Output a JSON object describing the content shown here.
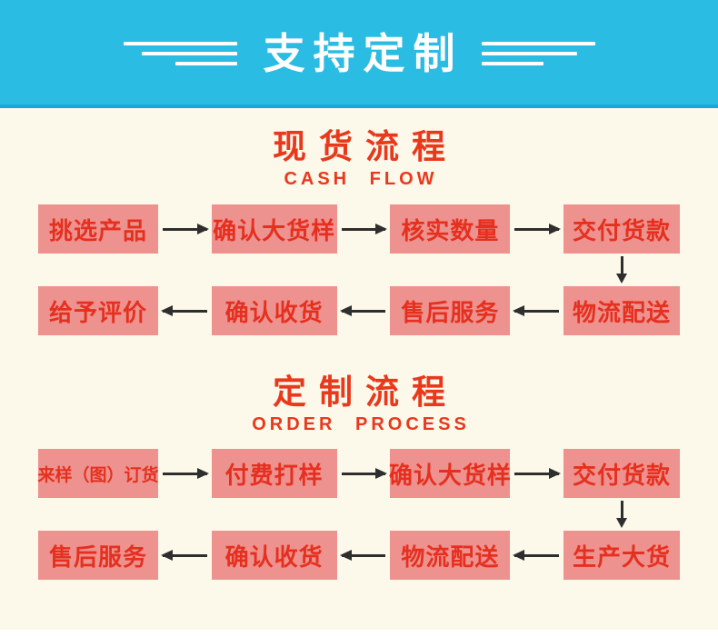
{
  "banner": {
    "title": "支持定制"
  },
  "sections": [
    {
      "title": "现货流程",
      "subtitle": "CASH FLOW",
      "rows": [
        {
          "direction": "right",
          "steps": [
            "挑选产品",
            "确认大货样",
            "核实数量",
            "交付货款"
          ]
        },
        {
          "direction": "left",
          "steps": [
            "给予评价",
            "确认收货",
            "售后服务",
            "物流配送"
          ]
        }
      ]
    },
    {
      "title": "定制流程",
      "subtitle": "ORDER PROCESS",
      "rows": [
        {
          "direction": "right",
          "steps": [
            "来样（图）订货",
            "付费打样",
            "确认大货样",
            "交付货款"
          ]
        },
        {
          "direction": "left",
          "steps": [
            "售后服务",
            "确认收货",
            "物流配送",
            "生产大货"
          ]
        }
      ]
    }
  ],
  "icons": {
    "horizontal_arrow_right": "arrow-right-icon",
    "horizontal_arrow_left": "arrow-left-icon",
    "vertical_arrow_down": "arrow-down-icon"
  },
  "colors": {
    "banner_blue": "#2bbce3",
    "banner_blue_border": "#1aa9d4",
    "background_cream": "#fcf8ea",
    "box_pink": "#ee928f",
    "box_text_red": "#e5301f",
    "title_red": "#e8391d",
    "arrow_dark": "#2e2e2e",
    "banner_text_white": "#ffffff"
  }
}
